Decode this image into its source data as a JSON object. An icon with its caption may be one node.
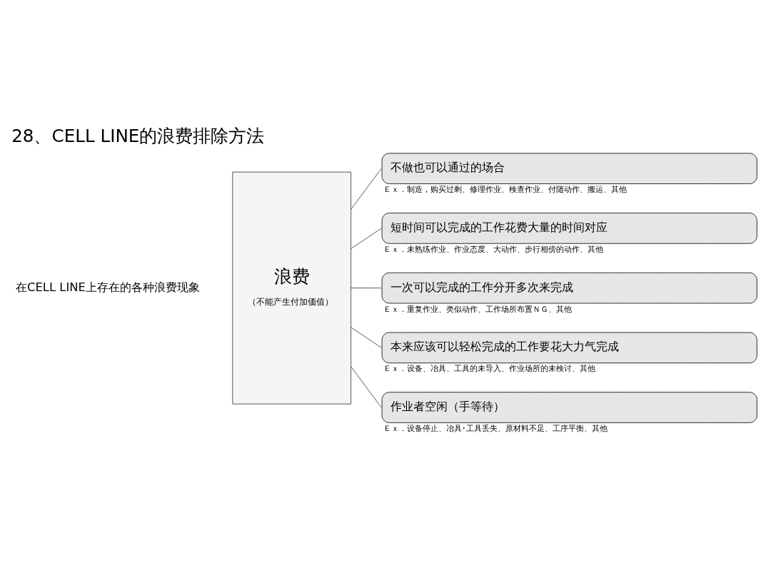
{
  "diagram": {
    "title": "28、CELL LINE的浪费排除方法",
    "nodes": [
      {
        "text": [
          "浪费",
          "（不能产生付加価值）"
        ]
      },
      {
        "text": [
          "不做也可以通过的场合"
        ],
        "beside": [
          "Ｅｘ．制造，购买过剩、修理作业、検查作业、付随动作、搬运、其他"
        ]
      },
      {
        "text": [
          "短时间可以完成的工作花费大量的时间对应"
        ],
        "beside": [
          "Ｅｘ．未熟练作业、作业态度、大动作、步行相傍的动作、其他"
        ]
      },
      {
        "text": [
          "一次可以完成的工作分开多次来完成"
        ],
        "beside": [
          "Ｅｘ．重复作业、类似动作、工作场所布置ＮＧ、其他"
        ]
      },
      {
        "text": [
          "本来应该可以轻松完成的工作要花大力气完成"
        ],
        "beside": [
          "Ｅｘ．设备、冶具、工具的未导入、作业场所的未検讨、其他"
        ]
      },
      {
        "text": [
          "作业者空闲（手等待）"
        ],
        "beside": [
          "Ｅｘ．设备停止、冶具･工具丢失、原材料不足、工序平衡、其他"
        ]
      }
    ],
    "edges": [
      {
        "from": 0,
        "to": 1,
        "arrow": "none"
      },
      {
        "from": 0,
        "to": 2,
        "arrow": "none"
      },
      {
        "from": 0,
        "to": 3,
        "arrow": "none"
      },
      {
        "from": 0,
        "to": 4,
        "arrow": "none"
      },
      {
        "from": 0,
        "to": 5,
        "arrow": "none"
      }
    ],
    "labels": [
      "在CELL LINE上存在的各种浪费现象"
    ]
  }
}
